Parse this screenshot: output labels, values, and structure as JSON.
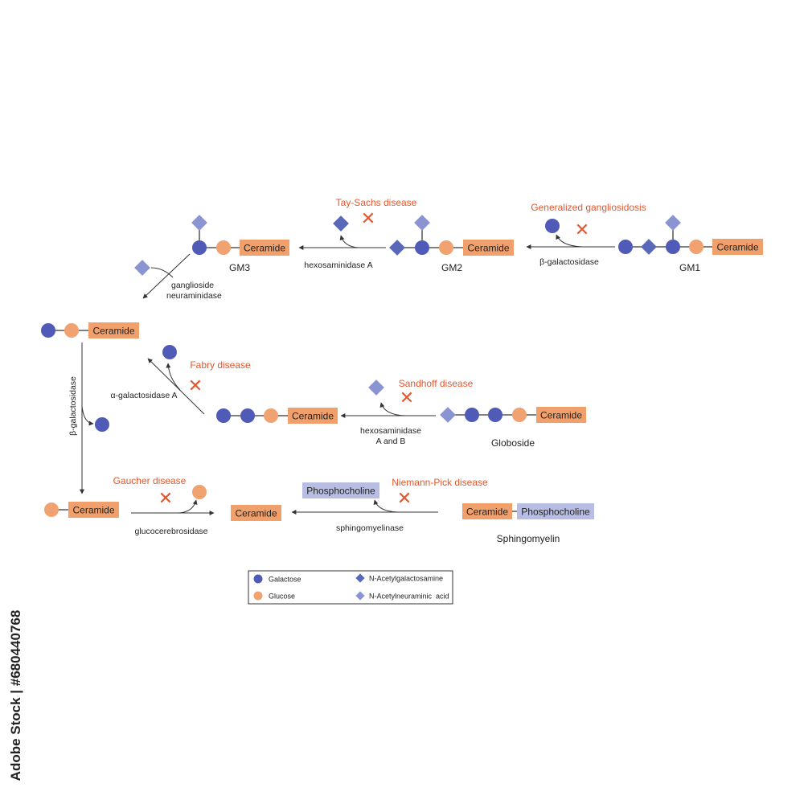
{
  "colors": {
    "galactose": "#4f5bb7",
    "glucose": "#f0a271",
    "galnac": "#5a68b9",
    "neuac": "#8b94d2",
    "ceramide": "#f2a06b",
    "phosphocholine": "#b7bde3",
    "disease": "#e4572e",
    "arrow": "#333333"
  },
  "labels": {
    "ceramide": "Ceramide",
    "phosphocholine": "Phosphocholine"
  },
  "molecules": {
    "gm1": "GM1",
    "gm2": "GM2",
    "gm3": "GM3",
    "globoside": "Globoside",
    "sphingomyelin": "Sphingomyelin"
  },
  "enzymes": {
    "beta_gal_1": "β-galactosidase",
    "hexa": "hexosaminidase A",
    "neuraminidase_1": "ganglioside",
    "neuraminidase_2": "neuraminidase",
    "beta_gal_2": "β-galactosidase",
    "alpha_gal": "α-galactosidase A",
    "hexab_1": "hexosaminidase",
    "hexab_2": "A and B",
    "glucocerebrosidase": "glucocerebrosidase",
    "sphingomyelinase": "sphingomyelinase"
  },
  "diseases": {
    "gangliosidosis": "Generalized gangliosidosis",
    "tay_sachs": "Tay-Sachs disease",
    "fabry": "Fabry disease",
    "sandhoff": "Sandhoff disease",
    "gaucher": "Gaucher disease",
    "niemann_pick": "Niemann-Pick disease"
  },
  "legend": {
    "galactose": "Galactose",
    "glucose": "Glucose",
    "galnac": "N-Acetylgalactosamine",
    "neuac": "N-Acetylneuraminic  acid"
  },
  "watermark": "Adobe Stock | #680440768"
}
